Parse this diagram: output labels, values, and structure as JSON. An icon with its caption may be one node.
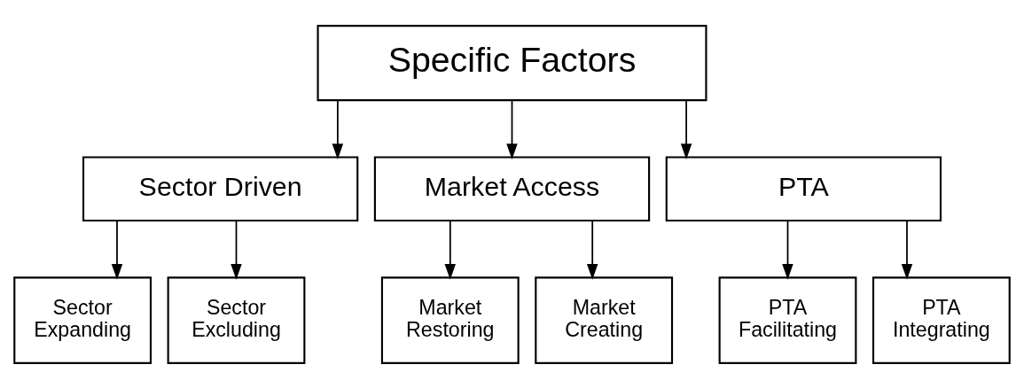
{
  "diagram": {
    "nodes": [
      {
        "text": [
          "Specific Factors"
        ]
      },
      {
        "text": [
          "Sector Driven"
        ]
      },
      {
        "text": [
          "Market Access"
        ]
      },
      {
        "text": [
          "PTA"
        ]
      },
      {
        "text": [
          "Sector Expanding"
        ]
      },
      {
        "text": [
          "Sector Excluding"
        ]
      },
      {
        "text": [
          "Market Restoring"
        ]
      },
      {
        "text": [
          "Market Creating"
        ]
      },
      {
        "text": [
          "PTA Facilitating"
        ]
      },
      {
        "text": [
          "PTA Integrating"
        ]
      }
    ],
    "edges": [
      {
        "from": 0,
        "to": 1,
        "arrow": "to"
      },
      {
        "from": 0,
        "to": 2,
        "arrow": "to"
      },
      {
        "from": 0,
        "to": 3,
        "arrow": "to"
      },
      {
        "from": 1,
        "to": 4,
        "arrow": "to"
      },
      {
        "from": 1,
        "to": 5,
        "arrow": "to"
      },
      {
        "from": 2,
        "to": 6,
        "arrow": "to"
      },
      {
        "from": 2,
        "to": 7,
        "arrow": "to"
      },
      {
        "from": 3,
        "to": 8,
        "arrow": "to"
      },
      {
        "from": 3,
        "to": 9,
        "arrow": "to"
      }
    ]
  }
}
